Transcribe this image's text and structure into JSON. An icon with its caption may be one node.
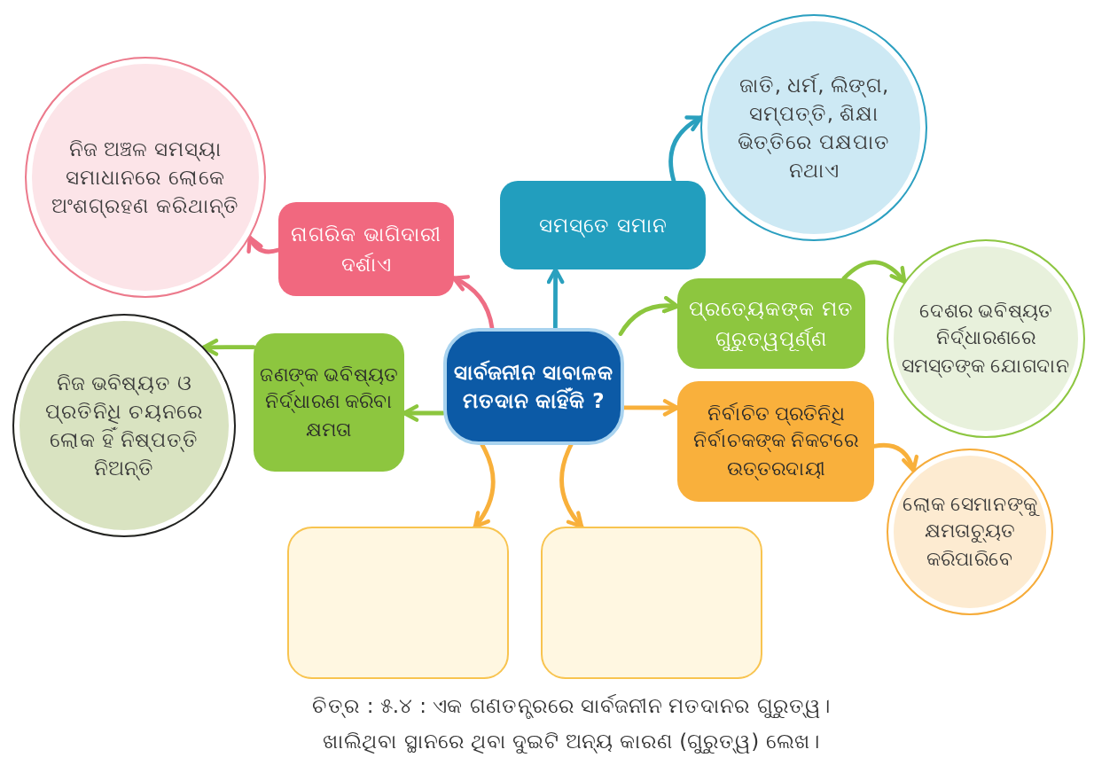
{
  "diagram": {
    "caption": "ଚିତ୍ର : ୫.୪ : ଏକ ଗଣତନ୍ତ୍ରରେ ସାର୍ବଜନୀନ ମତଦାନର ଗୁରୁତ୍ୱ।",
    "nodes": [
      {
        "text": [
          "ନିଜ ଅଞ୍ଚଳ ସମସ୍ୟା ସମାଧାନରେ ଲୋକେ ଅଂଶଗ୍ରହଣ କରିଥାନ୍ତି"
        ]
      },
      {
        "text": [
          "ଜାତି, ଧର୍ମ, ଲିଙ୍ଗ, ସମ୍ପତ୍ତି, ଶିକ୍ଷା ଭିତ୍ତିରେ ପକ୍ଷପାତ ନଥାଏ"
        ]
      },
      {
        "text": [
          "ନାଗରିକ ଭାଗିଦାରୀ ଦର୍ଶାଏ"
        ]
      },
      {
        "text": [
          "ସମସ୍ତେ ସମାନ"
        ]
      },
      {
        "text": [
          "ପ୍ରତ୍ୟେକଙ୍କ ମତ ଗୁରୁତ୍ୱପୂର୍ଣ୍ଣ"
        ]
      },
      {
        "text": [
          "ଦେଶର ଭବିଷ୍ୟତ ନିର୍ଦ୍ଧାରଣରେ ସମସ୍ତଙ୍କ ଯୋଗଦାନ"
        ]
      },
      {
        "text": [
          "ନିଜ ଭବିଷ୍ୟତ ଓ ପ୍ରତିନିଧି ଚୟନରେ ଲୋକ ହିଁ ନିଷ୍ପତ୍ତି ନିଅନ୍ତି"
        ]
      },
      {
        "text": [
          "ଜଣଙ୍କ ଭବିଷ୍ୟତ ନିର୍ଦ୍ଧାରଣ କରିବା କ୍ଷମତା"
        ]
      },
      {
        "text": [
          "ସାର୍ବଜନୀନ ସାବାଳକ ମତଦାନ କାହିଁକି ?"
        ]
      },
      {
        "text": [
          "ନିର୍ବାଚିତ ପ୍ରତିନିଧି ନିର୍ବାଚକଙ୍କ ନିକଟରେ ଉତ୍ତରଦାୟୀ"
        ]
      },
      {
        "text": [
          "ଲୋକ ସେମାନଙ୍କୁ କ୍ଷମତାଚ୍ୟୁତ କରିପାରିବେ"
        ]
      },
      {
        "text": [],
        "shape": "box"
      },
      {
        "text": [],
        "shape": "box"
      }
    ],
    "edges": [
      {
        "from": 8,
        "to": 2,
        "arrow": "to",
        "color": "#ee6d84"
      },
      {
        "from": 2,
        "to": 0,
        "arrow": "to",
        "color": "#ee6d84"
      },
      {
        "from": 8,
        "to": 3,
        "arrow": "to",
        "color": "#2aa0be"
      },
      {
        "from": 3,
        "to": 1,
        "arrow": "to",
        "color": "#2aa0be"
      },
      {
        "from": 8,
        "to": 4,
        "arrow": "to",
        "color": "#8cc63e"
      },
      {
        "from": 4,
        "to": 5,
        "arrow": "to",
        "color": "#8cc63e"
      },
      {
        "from": 8,
        "to": 9,
        "arrow": "to",
        "color": "#f8b03b"
      },
      {
        "from": 9,
        "to": 10,
        "arrow": "to",
        "color": "#f8b03b"
      },
      {
        "from": 8,
        "to": 7,
        "arrow": "to",
        "color": "#8cc63e"
      },
      {
        "from": 7,
        "to": 6,
        "arrow": "to",
        "color": "#8cc63e"
      },
      {
        "from": 8,
        "to": 11,
        "arrow": "to",
        "color": "#f8b03b"
      },
      {
        "from": 8,
        "to": 12,
        "arrow": "to",
        "color": "#f8b03b"
      }
    ],
    "labels": [
      "ଖାଲିଥିବା ସ୍ଥାନରେ ଥିବା ଦୁଇଟି ଅନ୍ୟ କାରଣ (ଗୁରୁତ୍ୱ) ଲେଖ।"
    ]
  }
}
